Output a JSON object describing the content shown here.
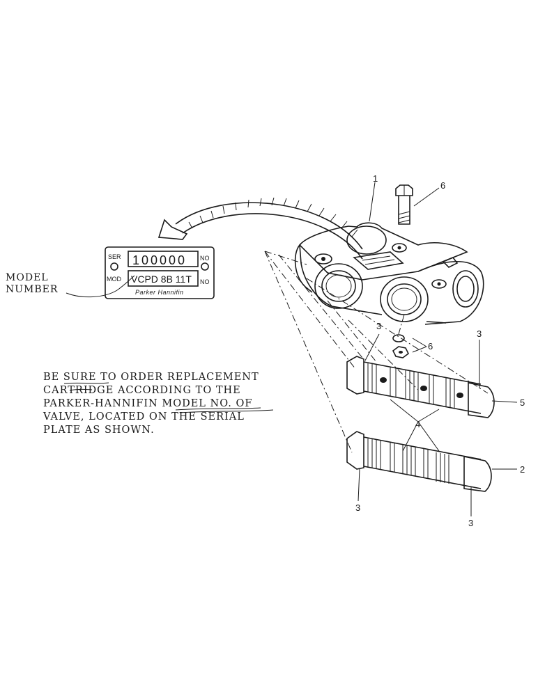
{
  "serial_plate": {
    "ser_label": "SER",
    "ser_value": "100000",
    "no_label_top": "NO",
    "mod_label": "MOD",
    "mod_value": "VCPD 8B 11T",
    "no_label_bottom": "NO",
    "maker": "Parker Hannifin"
  },
  "model_number_label": [
    "MODEL",
    "NUMBER"
  ],
  "instruction_note": [
    "BE SURE TO ORDER REPLACEMENT",
    "CARTRIDGE ACCORDING TO THE",
    "PARKER-HANNIFIN MODEL NO. OF",
    "VALVE, LOCATED ON THE SERIAL",
    "PLATE AS SHOWN."
  ],
  "callouts": {
    "c1": "1",
    "c6_bolt": "6",
    "c6_nut": "6",
    "c3_a": "3",
    "c3_b": "3",
    "c3_c": "3",
    "c3_d": "3",
    "c4": "4",
    "c5": "5",
    "c2": "2"
  }
}
